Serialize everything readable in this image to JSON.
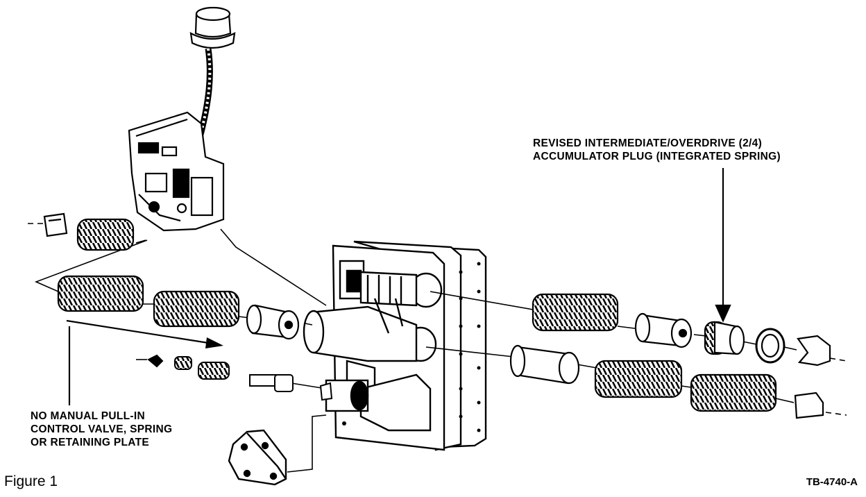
{
  "callouts": {
    "revised_accumulator": {
      "line1": "REVISED INTERMEDIATE/OVERDRIVE (2/4)",
      "line2": "ACCUMULATOR PLUG (INTEGRATED SPRING)"
    },
    "no_manual_pull_in": {
      "line1": "NO MANUAL PULL-IN",
      "line2": "CONTROL VALVE, SPRING",
      "line3": "OR RETAINING PLATE"
    }
  },
  "caption": "Figure 1",
  "document_id": "TB-4740-A",
  "colors": {
    "ink": "#000000",
    "paper": "#ffffff"
  }
}
